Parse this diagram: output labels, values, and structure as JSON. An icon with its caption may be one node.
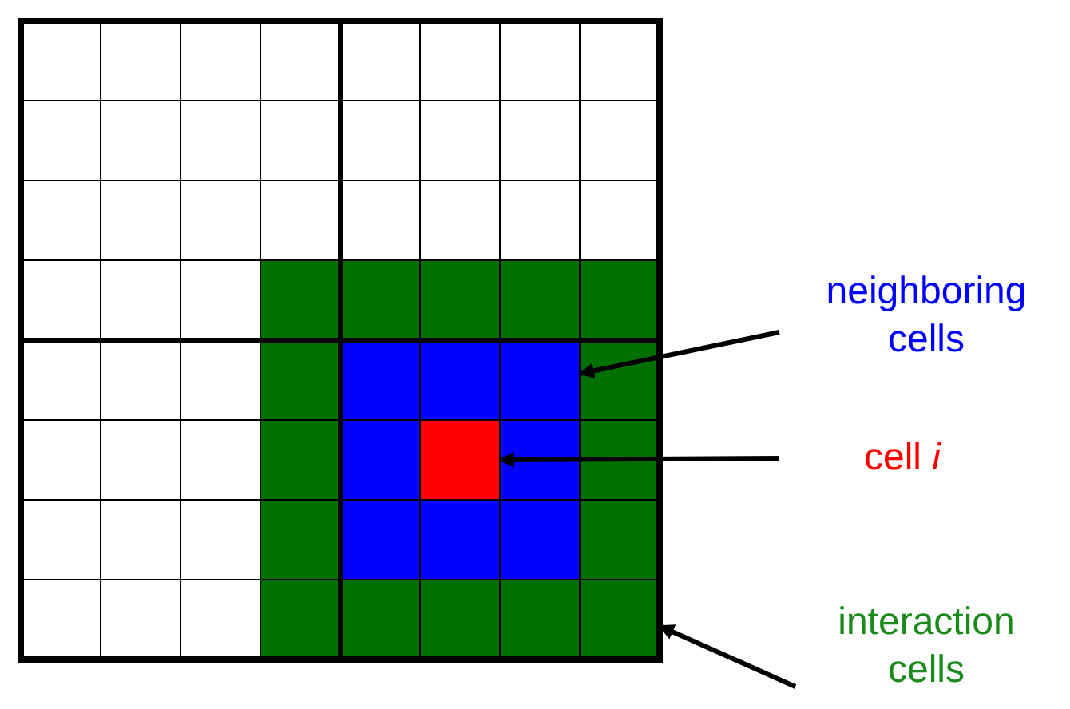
{
  "diagram": {
    "nodes": [
      {
        "text": [
          "neighboring cells"
        ]
      },
      {
        "text": [],
        "shape": "box"
      },
      {
        "text": [
          "cell *i*"
        ]
      },
      {
        "text": [],
        "shape": "box"
      },
      {
        "text": [
          "interaction cells"
        ]
      },
      {
        "text": [],
        "shape": "box"
      }
    ],
    "edges": [
      {
        "from": 0,
        "to": 1,
        "arrow": "to"
      },
      {
        "from": 2,
        "to": 3,
        "arrow": "to"
      },
      {
        "from": 4,
        "to": 5,
        "arrow": "to"
      }
    ]
  }
}
